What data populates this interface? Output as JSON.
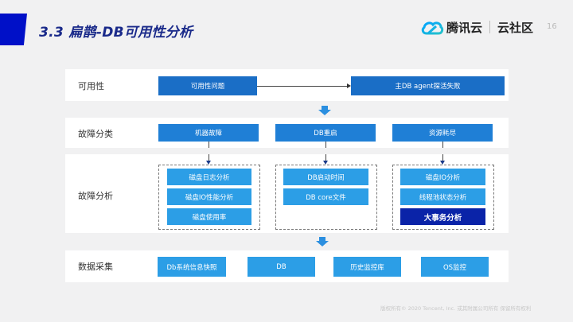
{
  "header": {
    "title": "3.3  扁鹊-DB可用性分析",
    "brand": "腾讯云",
    "community": "云社区",
    "page_number": "16",
    "accent_color": "#0010c8"
  },
  "rows": {
    "availability": {
      "label": "可用性",
      "source": "可用性问题",
      "target": "主DB agent探活失败"
    },
    "fault_category": {
      "label": "故障分类",
      "items": [
        "机器故障",
        "DB重启",
        "资源耗尽"
      ]
    },
    "fault_analysis": {
      "label": "故障分析",
      "groups": [
        {
          "items": [
            "磁盘日志分析",
            "磁盘IO性能分析",
            "磁盘使用率"
          ]
        },
        {
          "items": [
            "DB启动时间",
            "DB core文件"
          ]
        },
        {
          "items": [
            "磁盘IO分析",
            "线程池状态分析",
            "大事务分析"
          ],
          "highlighted": "大事务分析"
        }
      ]
    },
    "data_collection": {
      "label": "数据采集",
      "items": [
        "Db系统信息快照",
        "DB",
        "历史监控库",
        "OS监控"
      ]
    }
  },
  "footer": {
    "copyright": "版权所有© 2020 Tencent, Inc. 或其附属公司所有 保留所有权利"
  },
  "colors": {
    "primary_box": "#1a6ec6",
    "light_box": "#2c9ee6",
    "highlight_box": "#0a23a8",
    "arrow": "#2b8fe0"
  }
}
